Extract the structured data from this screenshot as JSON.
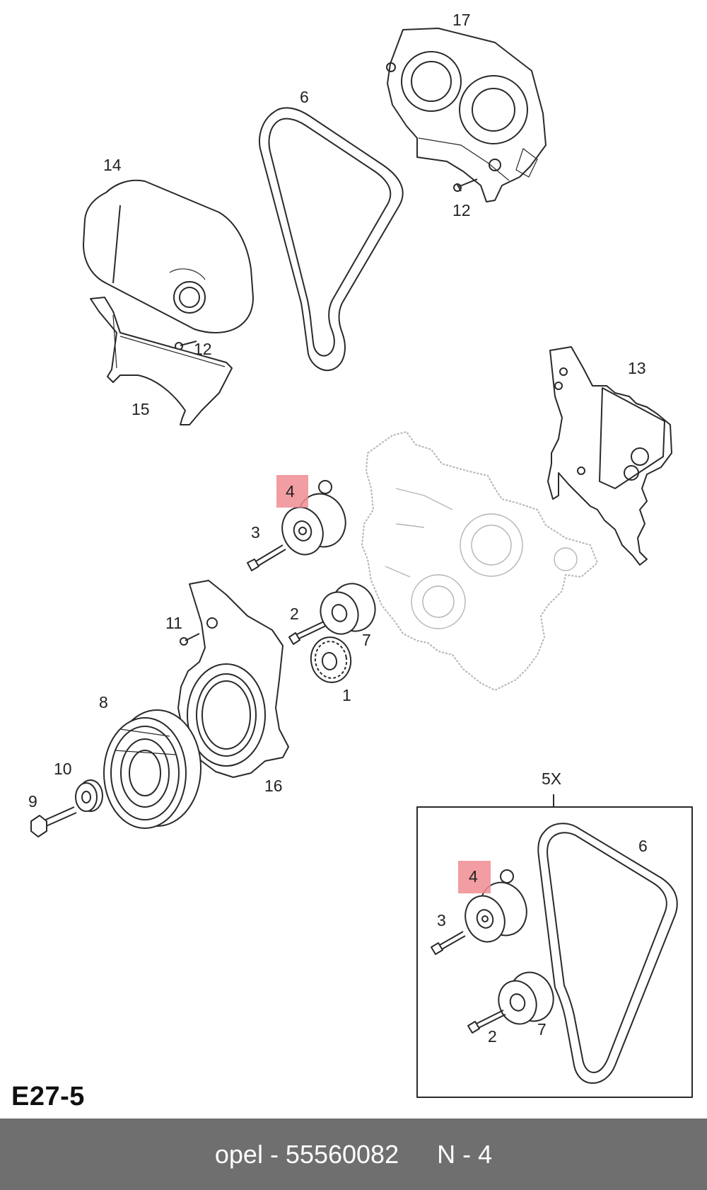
{
  "diagram": {
    "reference_code": "E27-5",
    "kit_label": "5X",
    "callouts": {
      "c17": "17",
      "c6": "6",
      "c14": "14",
      "c12a": "12",
      "c12b": "12",
      "c15": "15",
      "c13": "13",
      "c4": "4",
      "c3": "3",
      "c2": "2",
      "c7": "7",
      "c11": "11",
      "c1": "1",
      "c8": "8",
      "c10": "10",
      "c9": "9",
      "c16": "16",
      "kit_c6": "6",
      "kit_c4": "4",
      "kit_c3": "3",
      "kit_c7": "7",
      "kit_c2": "2"
    },
    "highlight_color": "#f08c92",
    "highlighted_part": "4"
  },
  "footer": {
    "brand_part": "opel - 55560082",
    "position": "N - 4",
    "background_color": "#6f6f6f"
  }
}
